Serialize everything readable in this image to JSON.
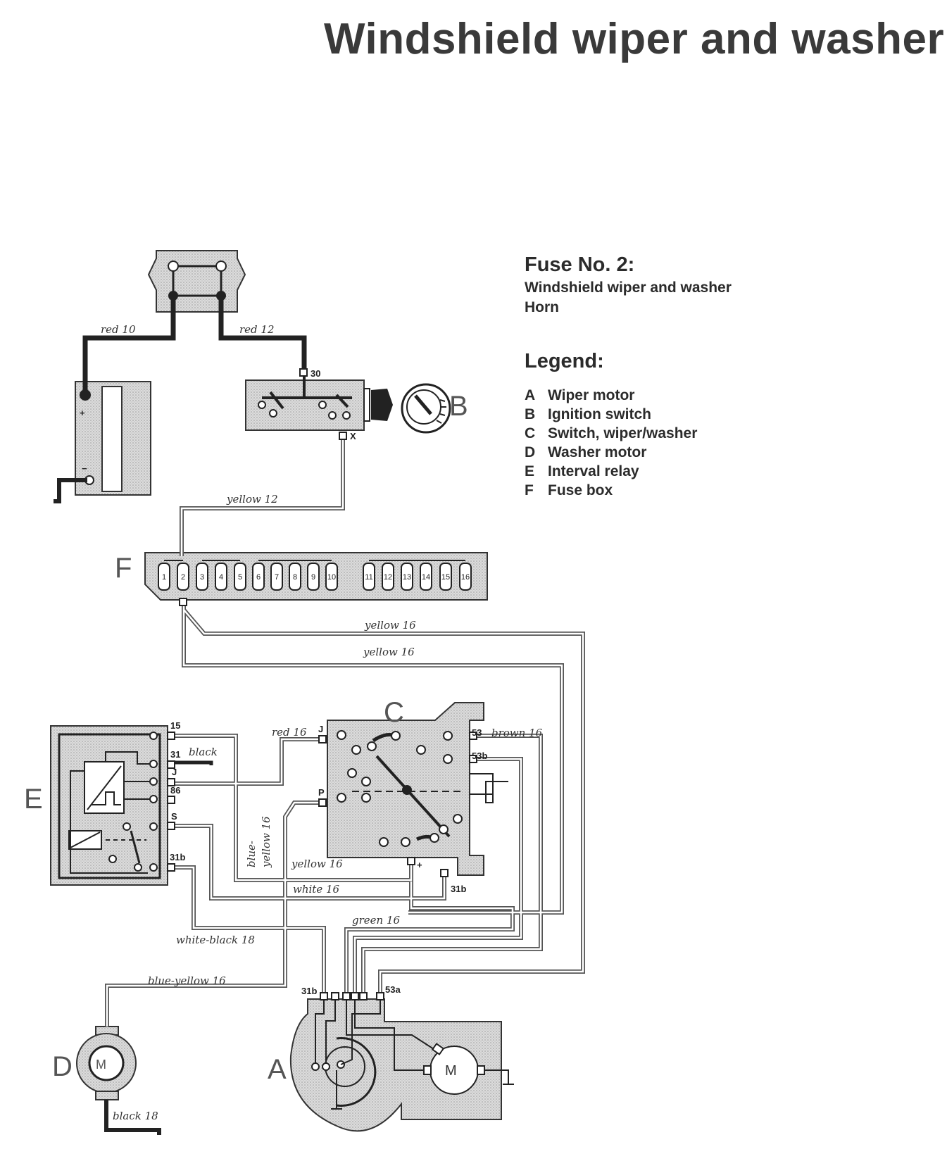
{
  "title": "Windshield wiper and washer",
  "fuse": {
    "heading": "Fuse No. 2:",
    "lines": [
      "Windshield wiper and washer",
      "Horn"
    ]
  },
  "legend": {
    "heading": "Legend:",
    "items": [
      {
        "key": "A",
        "label": "Wiper motor"
      },
      {
        "key": "B",
        "label": "Ignition switch"
      },
      {
        "key": "C",
        "label": "Switch, wiper/washer"
      },
      {
        "key": "D",
        "label": "Washer motor"
      },
      {
        "key": "E",
        "label": "Interval relay"
      },
      {
        "key": "F",
        "label": "Fuse box"
      }
    ]
  },
  "component_labels": {
    "a": "A",
    "b": "B",
    "c": "C",
    "d": "D",
    "e": "E",
    "f": "F",
    "motor": "M"
  },
  "wire_labels": {
    "red10": "red 10",
    "red12": "red 12",
    "yellow12": "yellow 12",
    "yellow16a": "yellow 16",
    "yellow16b": "yellow 16",
    "red16": "red 16",
    "brown16": "brown 16",
    "black": "black",
    "blue_yellow_vert_1": "blue-",
    "blue_yellow_vert_2": "yellow 16",
    "yellow16c": "yellow 16",
    "white16": "white 16",
    "green16": "green 16",
    "white_black18": "white-black 18",
    "blue_yellow16": "blue-yellow 16",
    "black18": "black 18"
  },
  "terminal_labels": {
    "t30": "30",
    "tx": "X",
    "e15": "15",
    "e31": "31",
    "ej": "J",
    "e86": "86",
    "es": "S",
    "e31b": "31b",
    "cj": "J",
    "cp": "P",
    "c53": "53",
    "c53b": "53b",
    "cplus": "+",
    "c31b": "31b",
    "a31b": "31b",
    "a53a": "53a",
    "batt_plus": "+",
    "batt_minus": "−"
  },
  "fuse_numbers": [
    "1",
    "2",
    "3",
    "4",
    "5",
    "6",
    "7",
    "8",
    "9",
    "10",
    "11",
    "12",
    "13",
    "14",
    "15",
    "16"
  ]
}
